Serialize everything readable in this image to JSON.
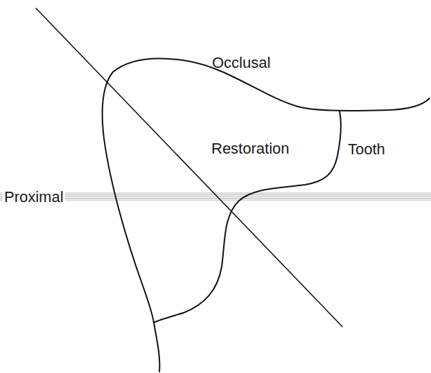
{
  "diagram": {
    "labels": [
      "Occlusal",
      "Restoration",
      "Tooth",
      "Proximal"
    ]
  }
}
